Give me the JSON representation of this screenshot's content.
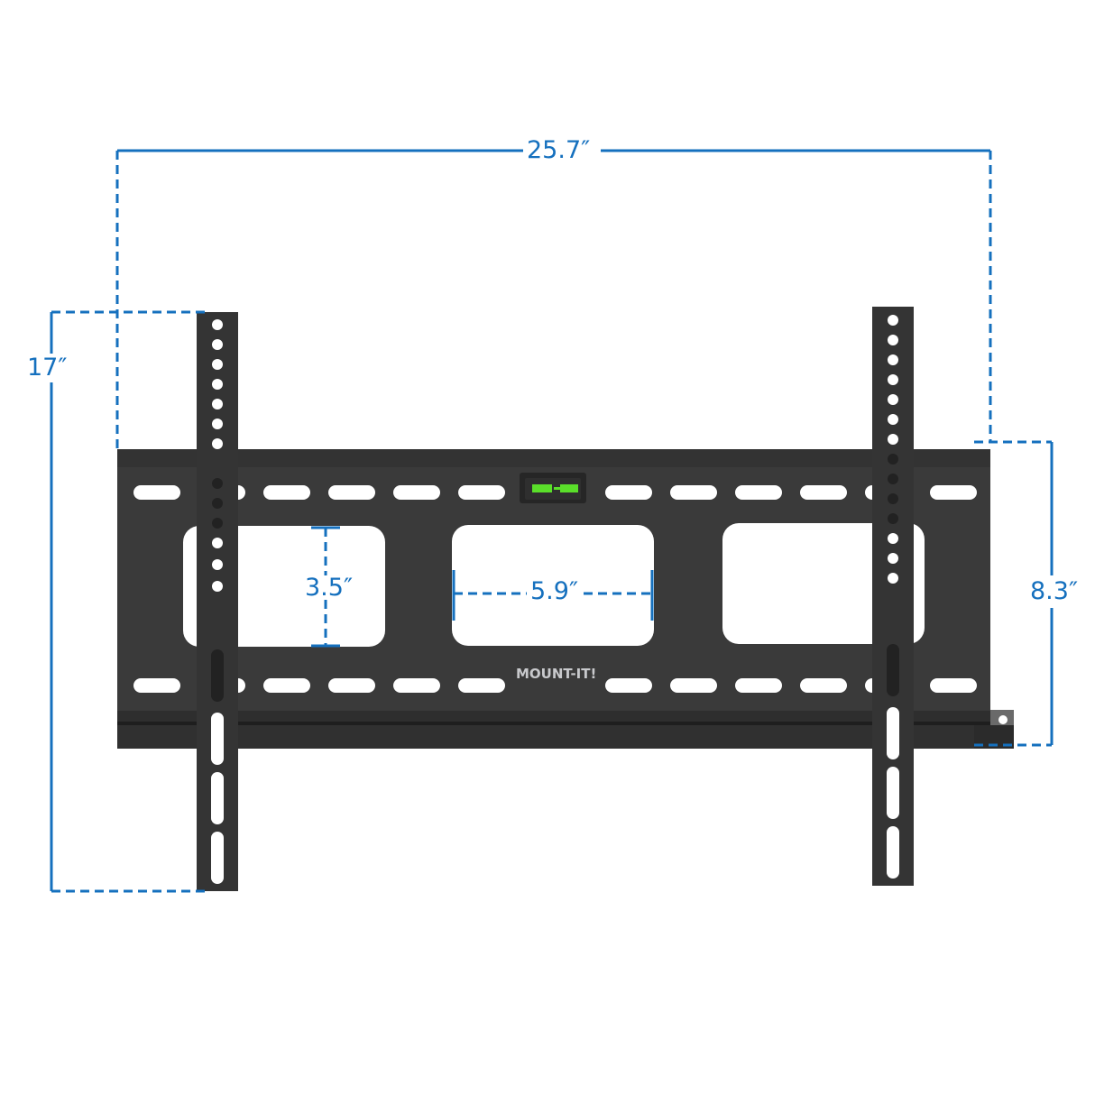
{
  "product": {
    "brand_label": "MOUNT-IT!",
    "type": "Fixed TV wall mount bracket"
  },
  "dimensions": {
    "overall_width": "25.7″",
    "overall_height": "17″",
    "plate_height": "8.3″",
    "cutout_height": "3.5″",
    "cutout_width": "5.9″"
  },
  "colors": {
    "dimension_blue": "#1570be",
    "bracket": "#363636",
    "bubble_level": "#5adf2a",
    "background": "#ffffff"
  },
  "features": {
    "bubble_level": "bubble-level-icon"
  }
}
